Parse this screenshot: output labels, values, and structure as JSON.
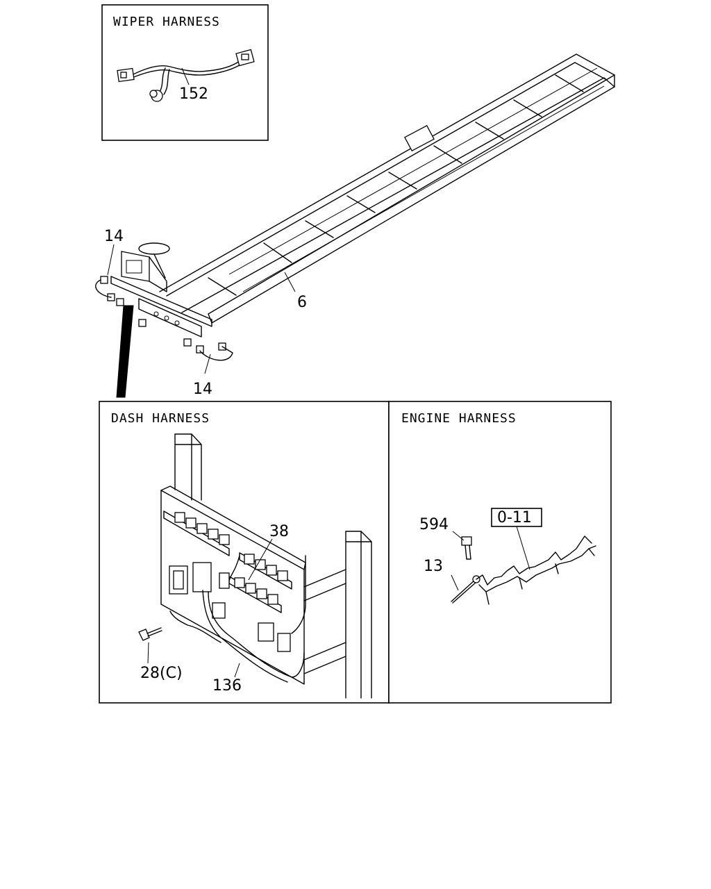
{
  "panels": {
    "wiper": {
      "title": "WIPER HARNESS"
    },
    "dash": {
      "title": "DASH HARNESS"
    },
    "engine": {
      "title": "ENGINE HARNESS"
    }
  },
  "callouts": {
    "c152": "152",
    "c14_top": "14",
    "c14_bottom": "14",
    "c6": "6",
    "c38": "38",
    "c28": "28(C)",
    "c136": "136",
    "c594": "594",
    "c13": "13",
    "ref_box": "0-11"
  }
}
